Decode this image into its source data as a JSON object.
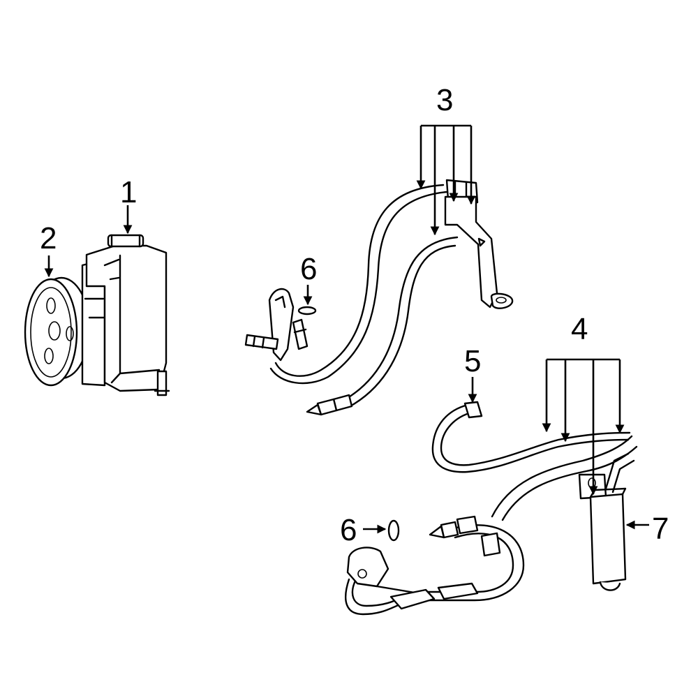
{
  "callouts": {
    "c1": "1",
    "c2": "2",
    "c3": "3",
    "c4": "4",
    "c5": "5",
    "c6a": "6",
    "c6b": "6",
    "c7": "7"
  },
  "colors": {
    "line": "#000000",
    "background": "#ffffff"
  }
}
